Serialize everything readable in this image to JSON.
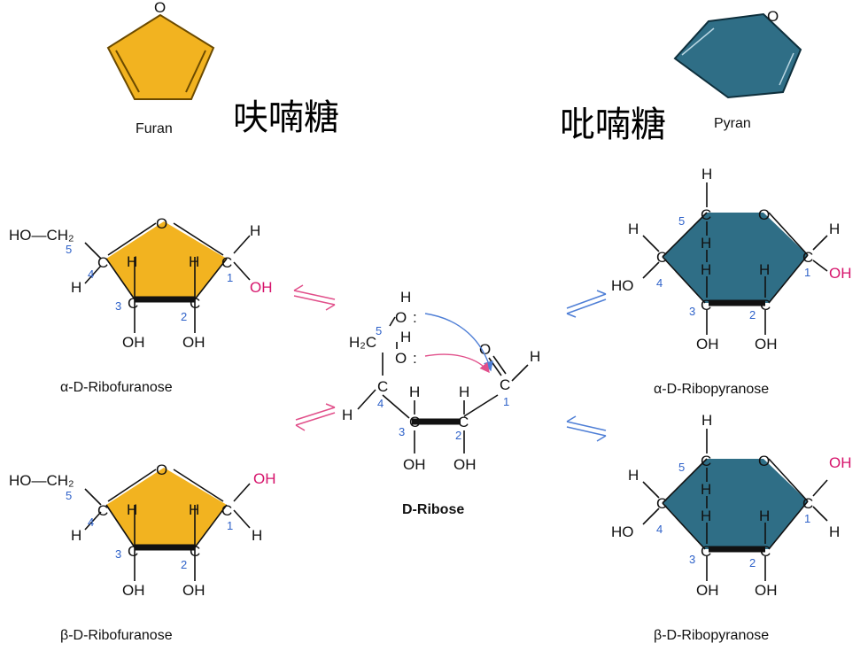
{
  "colors": {
    "furanose_fill": "#f2b320",
    "pyranose_fill": "#2f6e86",
    "number_blue": "#2f62c9",
    "oh_red": "#d6136b",
    "arrow_pink": "#e14f8a",
    "arrow_blue": "#4f7fd6"
  },
  "furan": {
    "label": "Furan",
    "cn_label": "呋喃糖",
    "o": "O"
  },
  "pyran": {
    "label": "Pyran",
    "cn_label": "吡喃糖",
    "o": "O"
  },
  "atoms": {
    "c": "C",
    "h": "H",
    "o": "O",
    "oh": "OH",
    "ho": "HO",
    "ch2": "CH₂",
    "h2c": "H₂C",
    "ho_ch2": "HO—CH₂"
  },
  "numbers": {
    "n1": "1",
    "n2": "2",
    "n3": "3",
    "n4": "4",
    "n5": "5"
  },
  "captions": {
    "alpha_furanose": {
      "prefix": "α-D-",
      "name": "Ribofuranose"
    },
    "beta_furanose": {
      "prefix": "β-D-",
      "name": "Ribofuranose"
    },
    "alpha_pyranose": {
      "prefix": "α-D-",
      "name": "Ribopyranose"
    },
    "beta_pyranose": {
      "prefix": "β-D-",
      "name": "Ribopyranose"
    },
    "ribose": {
      "prefix": "D-",
      "name": "Ribose"
    }
  }
}
